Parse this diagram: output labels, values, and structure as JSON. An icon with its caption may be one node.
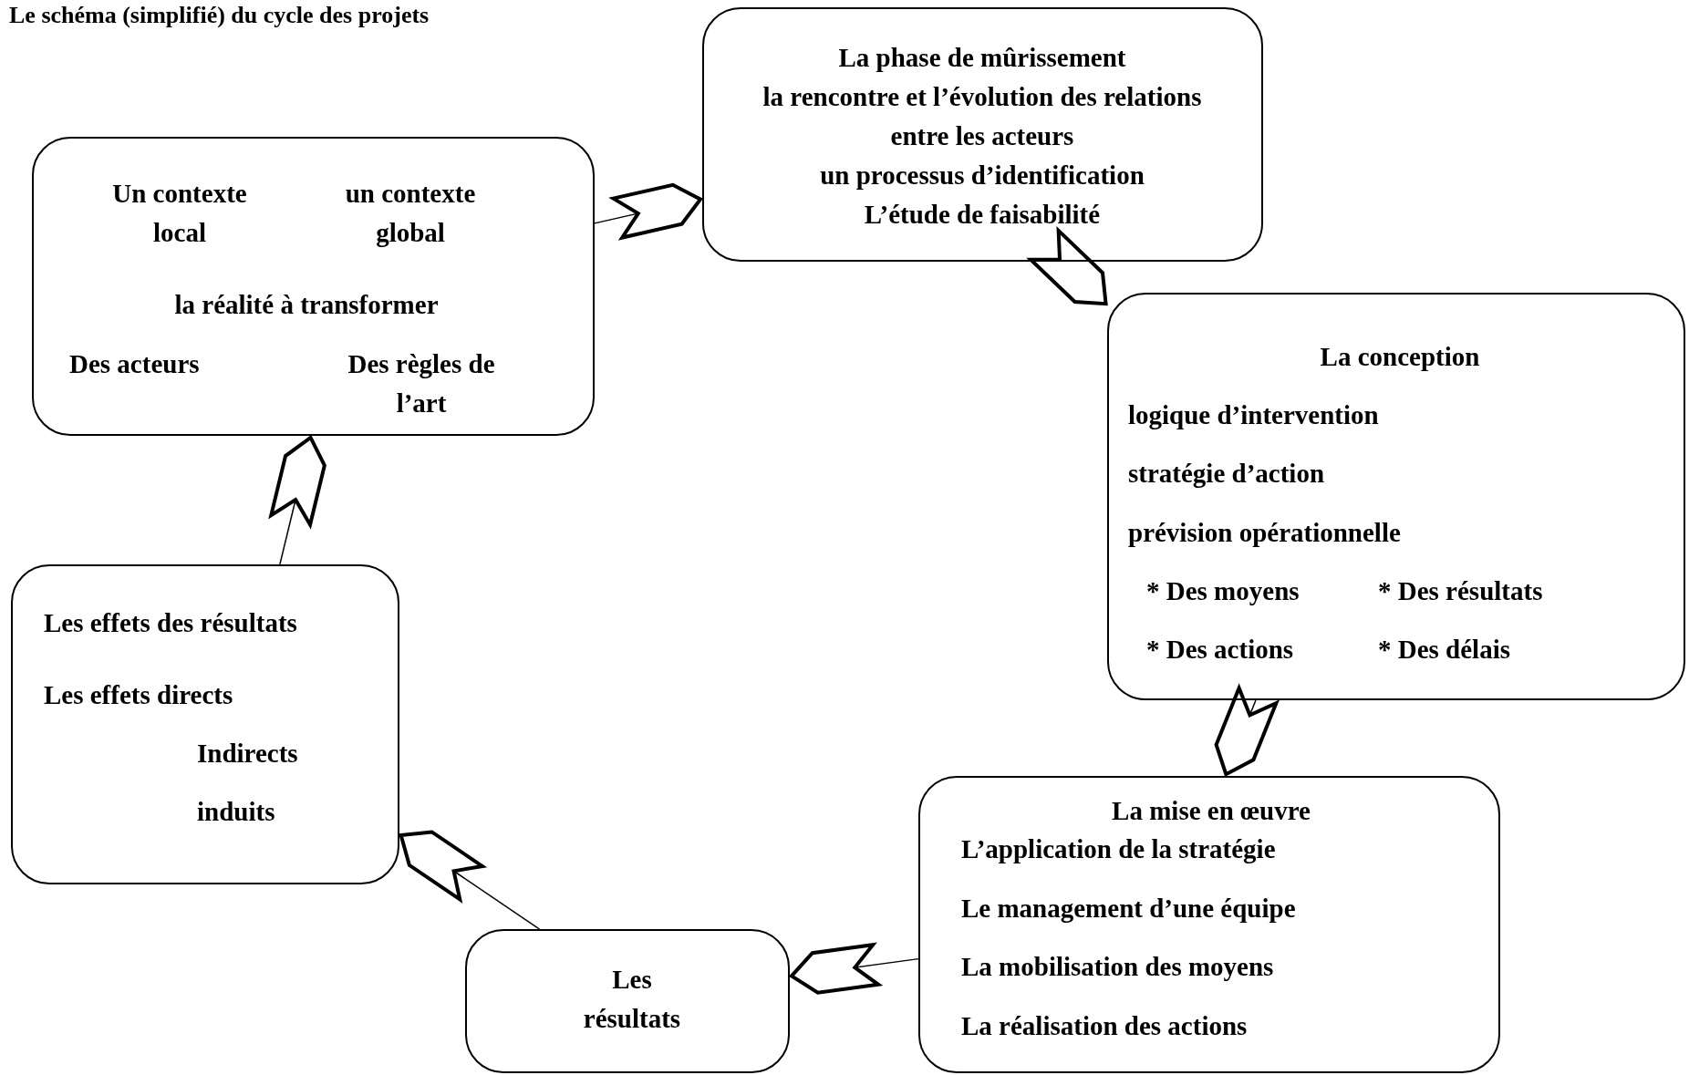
{
  "diagram": {
    "title": "Le schéma (simplifié) du cycle des projets",
    "nodes": [
      {
        "text": [
          "Un contexte local",
          "un contexte global",
          "la réalité à transformer",
          "Des acteurs",
          "Des règles de l’art"
        ]
      },
      {
        "text": [
          "La phase de mûrissement",
          "la rencontre et l’évolution des relations entre les acteurs",
          "un processus d’identification",
          "L’étude de faisabilité"
        ]
      },
      {
        "text": [
          "La conception",
          "logique d’intervention",
          "stratégie d’action",
          "prévision opérationnelle",
          "* Des moyens",
          "* Des résultats",
          "* Des actions",
          "* Des délais"
        ]
      },
      {
        "text": [
          "La mise en œuvre",
          "L’application de la stratégie",
          "Le management d’une équipe",
          "La mobilisation des moyens",
          "La réalisation des actions"
        ]
      },
      {
        "text": [
          "Les résultats"
        ]
      },
      {
        "text": [
          "Les effets des résultats",
          "Les effets directs",
          "Indirects",
          "induits"
        ]
      }
    ],
    "edges": [
      {
        "from": 0,
        "to": 1,
        "arrow": "to"
      },
      {
        "from": 1,
        "to": 2,
        "arrow": "to"
      },
      {
        "from": 2,
        "to": 3,
        "arrow": "to"
      },
      {
        "from": 3,
        "to": 4,
        "arrow": "to"
      },
      {
        "from": 4,
        "to": 5,
        "arrow": "to"
      },
      {
        "from": 5,
        "to": 0,
        "arrow": "to"
      }
    ]
  }
}
